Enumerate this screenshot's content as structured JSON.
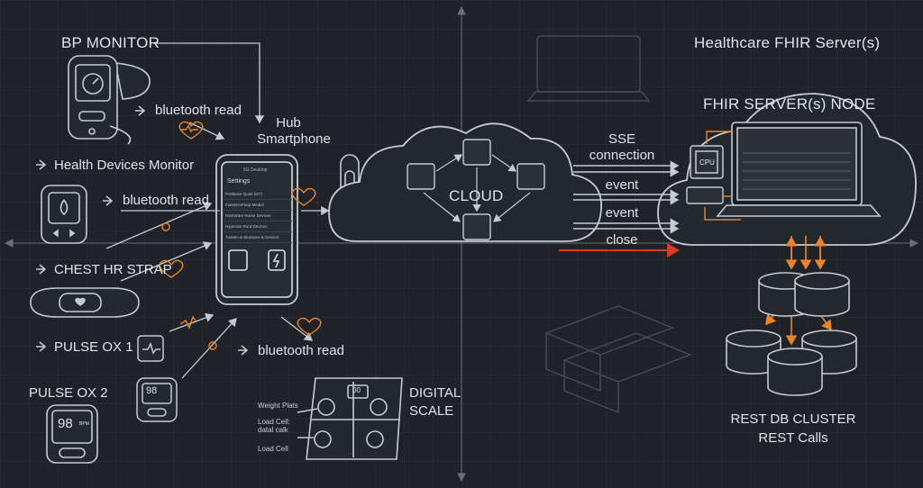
{
  "labels": {
    "bp_monitor": "BP MONITOR",
    "bt_read_1": "bluetooth read",
    "health_devices_monitor": "Health Devices Monitor",
    "bt_read_2": "bluetooth read",
    "chest_hr_strap": "CHEST HR STRAP",
    "pulse_ox_1": "PULSE OX 1",
    "pulse_ox_2": "PULSE OX 2",
    "bt_read_3": "bluetooth read",
    "hub_smartphone_1": "Hub",
    "hub_smartphone_2": "Smartphone",
    "cloud": "CLOUD",
    "sse_1": "SSE",
    "sse_2": "connection",
    "event_1": "event",
    "event_2": "event",
    "close": "close",
    "healthcare_fhir": "Healthcare FHIR Server(s)",
    "fhir_node": "FHIR SERVER(s) NODE",
    "cpu": "CPU",
    "digital_scale_1": "DIGITAL",
    "digital_scale_2": "SCALE",
    "weight_plats": "Weight Plats",
    "load_cell_1": "Load Cell:",
    "load_cell_1b": "datal calk",
    "load_cell_2": "Load Cell",
    "rest_db_1": "REST DB CLUSTER",
    "rest_db_2": "REST Calls"
  },
  "phone": {
    "status": "5G Desktop",
    "settings": "Settings",
    "rows": [
      "PortBase Quiet (DT)",
      "FiateDevFeap Medial",
      "HiartWare Rurse Devices",
      "Hyperate Rurd Devices",
      "Tustein & Bluesace & Devicer"
    ]
  },
  "device_screens": {
    "pulse_ox_1_value": "98",
    "pulse_ox_2_value": "98",
    "pulse_ox_2_unit": "BPM",
    "scale_display": "00"
  },
  "colors": {
    "line": "#c5cbd1",
    "accent_orange": "#e8842c",
    "close_red": "#d83a2a",
    "background": "#1f2327"
  }
}
